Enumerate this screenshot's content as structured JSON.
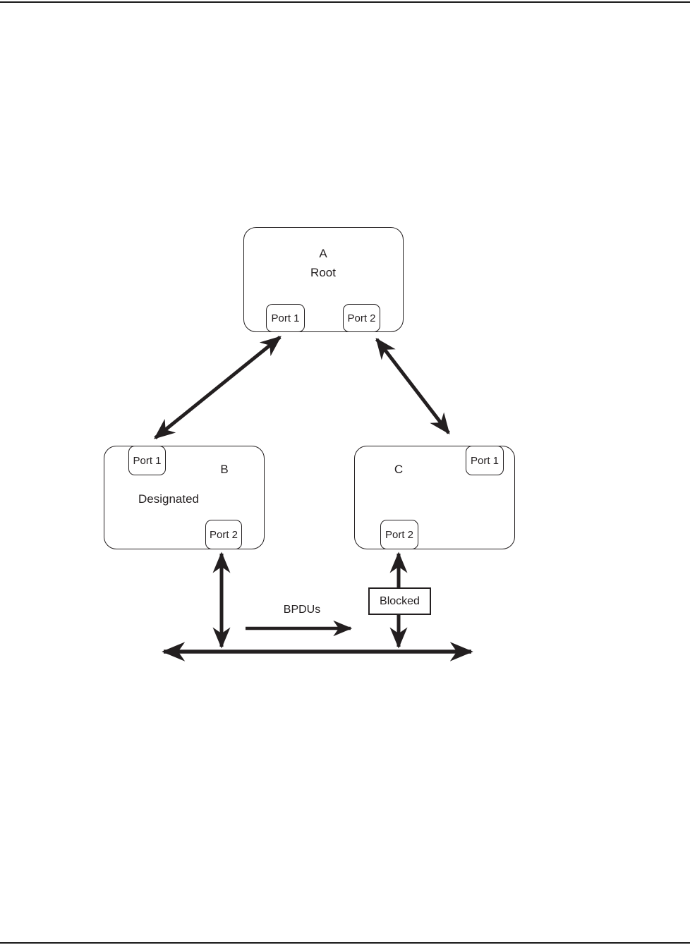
{
  "page": {
    "background": "#ffffff",
    "ink_color": "#231f20"
  },
  "diagram": {
    "type": "spanning-tree-topology",
    "nodes": {
      "a": {
        "name": "A",
        "role": "Root",
        "port1": "Port 1",
        "port2": "Port 2"
      },
      "b": {
        "name": "B",
        "role": "Designated",
        "port1": "Port 1",
        "port2": "Port 2"
      },
      "c": {
        "name": "C",
        "port1": "Port 1",
        "port2": "Port 2"
      }
    },
    "labels": {
      "blocked": "Blocked",
      "bpdus": "BPDUs"
    },
    "links": [
      {
        "from": "A Port 1",
        "to": "B Port 1",
        "style": "double-arrow"
      },
      {
        "from": "A Port 2",
        "to": "C Port 1",
        "style": "double-arrow"
      },
      {
        "from": "B Port 2",
        "to": "LAN segment",
        "style": "double-arrow"
      },
      {
        "from": "C Port 2",
        "to": "LAN segment",
        "style": "double-arrow",
        "state": "Blocked"
      },
      {
        "from": "B",
        "to": "C",
        "label": "BPDUs",
        "style": "single-arrow-right"
      },
      {
        "name": "LAN segment",
        "style": "double-arrow-horizontal"
      }
    ]
  }
}
